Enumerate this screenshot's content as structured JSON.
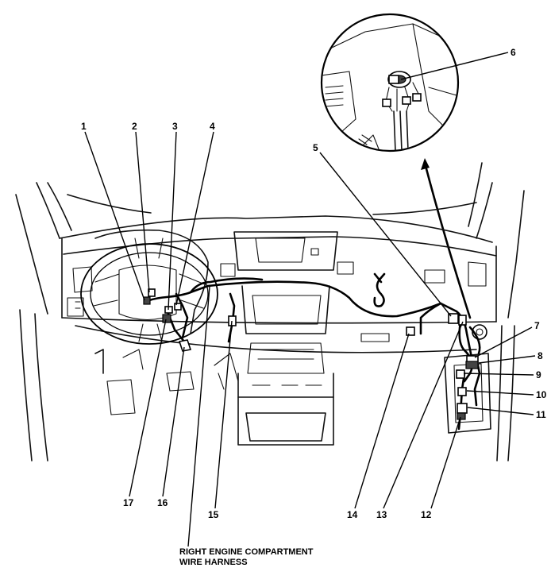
{
  "callouts": {
    "c1": "1",
    "c2": "2",
    "c3": "3",
    "c4": "4",
    "c5": "5",
    "c6": "6",
    "c7": "7",
    "c8": "8",
    "c9": "9",
    "c10": "10",
    "c11": "11",
    "c12": "12",
    "c13": "13",
    "c14": "14",
    "c15": "15",
    "c16": "16",
    "c17": "17"
  },
  "caption": {
    "line1": "RIGHT ENGINE COMPARTMENT",
    "line2": "WIRE HARNESS"
  }
}
